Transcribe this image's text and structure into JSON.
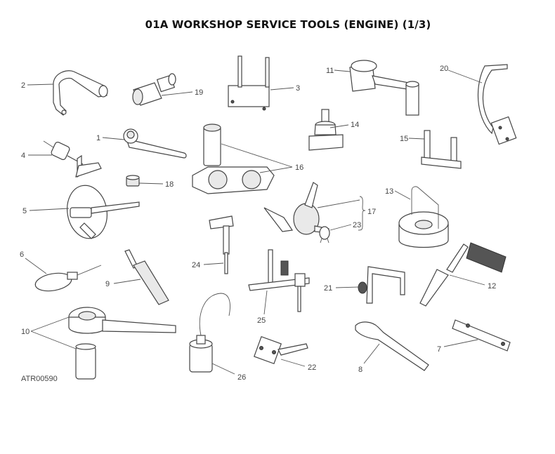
{
  "title": "01A WORKSHOP SERVICE TOOLS (ENGINE) (1/3)",
  "reference": "ATR00590",
  "callouts": [
    "1",
    "2",
    "3",
    "4",
    "5",
    "6",
    "7",
    "8",
    "9",
    "10",
    "11",
    "12",
    "13",
    "14",
    "15",
    "16",
    "17",
    "18",
    "19",
    "20",
    "21",
    "22",
    "23",
    "24",
    "25",
    "26"
  ],
  "colors": {
    "line": "#444444",
    "background": "#ffffff",
    "shade": "#e9e9e9"
  }
}
